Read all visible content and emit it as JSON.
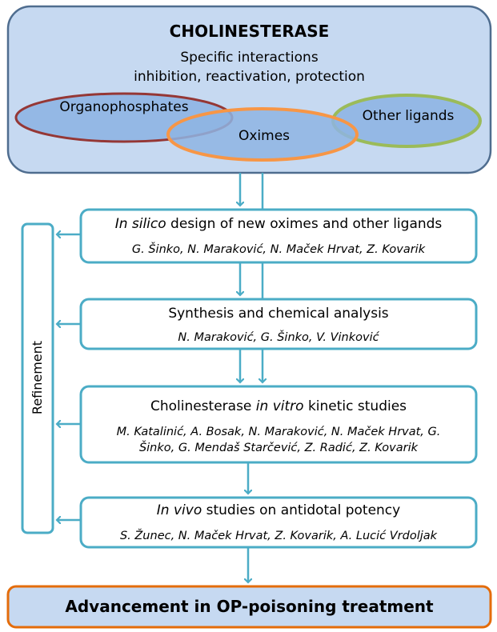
{
  "header": {
    "title": "CHOLINESTERASE",
    "line1": "Specific interactions",
    "line2": "inhibition, reactivation, protection"
  },
  "ellipses": {
    "organophosphates": "Organophosphates",
    "oximes": "Oximes",
    "other_ligands": "Other ligands"
  },
  "steps": [
    {
      "title_italic": "In silico",
      "title_rest": " design of new oximes and other ligands",
      "authors": "G. Šinko, N. Maraković, N. Maček Hrvat, Z. Kovarik"
    },
    {
      "title_plain": "Synthesis and chemical analysis",
      "authors": "N. Maraković, G. Šinko, V. Vinković"
    },
    {
      "title_pre": "Cholinesterase ",
      "title_italic": "in vitro",
      "title_post": " kinetic studies",
      "authors_line1": "M. Katalinić, A. Bosak, N. Maraković, N. Maček Hrvat, G.",
      "authors_line2": "Šinko, G. Mendaš Starčević, Z. Radić, Z. Kovarik"
    },
    {
      "title_italic": "In vivo",
      "title_rest": " studies on antidotal potency",
      "authors": "S. Žunec, N. Maček Hrvat, Z. Kovarik, A. Lucić Vrdoljak"
    }
  ],
  "refinement_label": "Refinement",
  "final": "Advancement in OP-poisoning treatment",
  "colors": {
    "top_fill": "#c6d9f1",
    "top_border": "#4f6d8f",
    "box_border": "#4bacc6",
    "arrow": "#4bacc6",
    "organophosphates": "#953735",
    "oximes": "#f79646",
    "other_ligands": "#9bbb59",
    "final_fill": "#c6d9f1",
    "final_border": "#e46c0a"
  }
}
